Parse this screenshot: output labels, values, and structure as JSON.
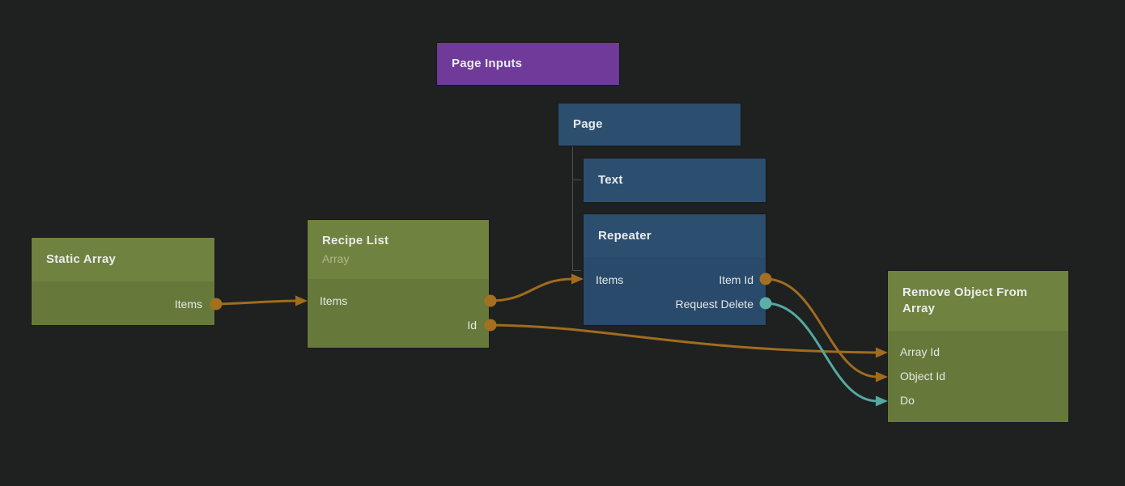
{
  "app": {
    "view": "node-graph-editor"
  },
  "colors": {
    "background": "#1f2020",
    "component_node": "#6f3a9a",
    "visual_node_header": "#2c4f70",
    "visual_node_body": "#294a6a",
    "data_node_header": "#70823f",
    "data_node_body": "#67793a",
    "data_connection": "#a06c1e",
    "signal_connection": "#55a9a1",
    "hierarchy_line": "#4d4f4f"
  },
  "nodes": {
    "page_inputs": {
      "title": "Page Inputs"
    },
    "page": {
      "title": "Page"
    },
    "text": {
      "title": "Text"
    },
    "repeater": {
      "title": "Repeater",
      "ports": {
        "items": "Items",
        "item_id": "Item Id",
        "request_delete": "Request Delete"
      }
    },
    "static_array": {
      "title": "Static Array",
      "ports": {
        "items": "Items"
      }
    },
    "recipe_list": {
      "title": "Recipe List",
      "subtitle": "Array",
      "ports": {
        "items": "Items",
        "id": "Id"
      }
    },
    "remove_object": {
      "title": "Remove Object From Array",
      "ports": {
        "array_id": "Array Id",
        "object_id": "Object Id",
        "do": "Do"
      }
    }
  },
  "connections": [
    {
      "from": "Static Array.Items",
      "to": "Recipe List.Items",
      "type": "data"
    },
    {
      "from": "Recipe List.Items",
      "to": "Repeater.Items",
      "type": "data"
    },
    {
      "from": "Recipe List.Id",
      "to": "Remove Object From Array.Array Id",
      "type": "data"
    },
    {
      "from": "Repeater.Item Id",
      "to": "Remove Object From Array.Object Id",
      "type": "data"
    },
    {
      "from": "Repeater.Request Delete",
      "to": "Remove Object From Array.Do",
      "type": "signal"
    }
  ],
  "hierarchy": [
    {
      "parent": "Page",
      "child": "Text"
    },
    {
      "parent": "Page",
      "child": "Repeater"
    }
  ]
}
